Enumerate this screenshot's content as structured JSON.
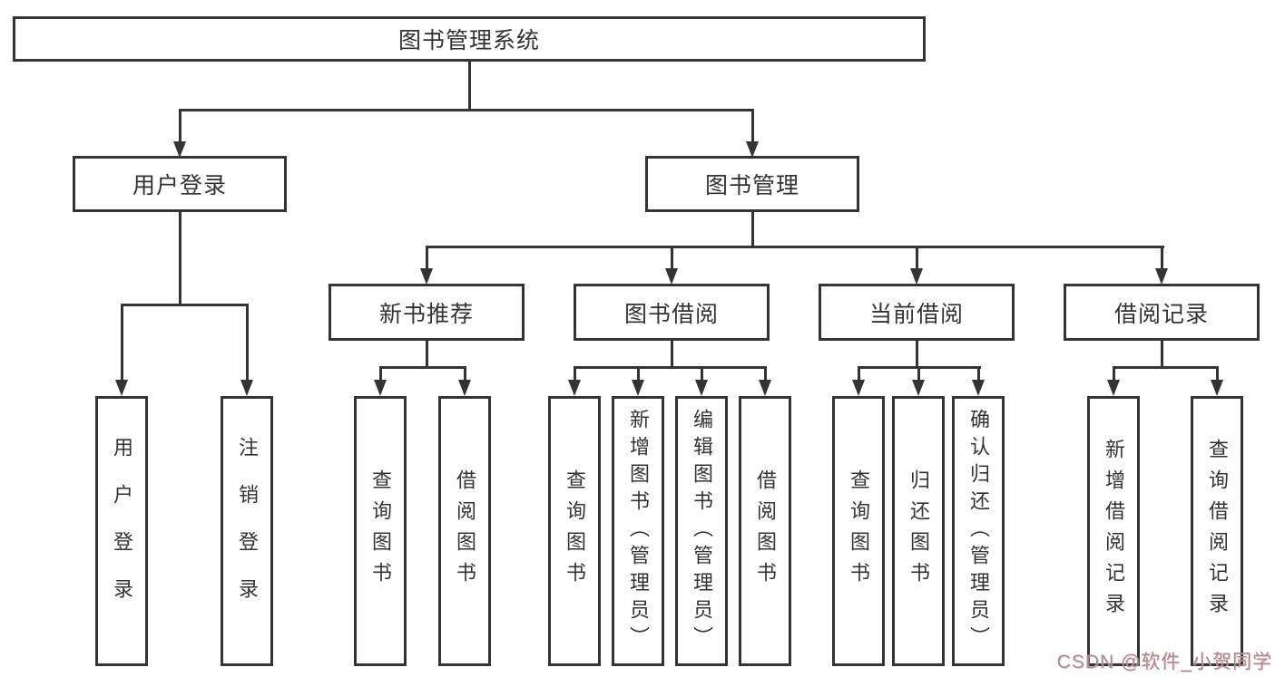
{
  "diagram": {
    "type": "hierarchy-tree",
    "tree": {
      "label": "图书管理系统",
      "children": [
        {
          "label": "用户登录",
          "children": [
            {
              "label": "用户登录"
            },
            {
              "label": "注销登录"
            }
          ]
        },
        {
          "label": "图书管理",
          "children": [
            {
              "label": "新书推荐",
              "children": [
                {
                  "label": "查询图书"
                },
                {
                  "label": "借阅图书"
                }
              ]
            },
            {
              "label": "图书借阅",
              "children": [
                {
                  "label": "查询图书"
                },
                {
                  "label": "新增图书（管理员）"
                },
                {
                  "label": "编辑图书（管理员）"
                },
                {
                  "label": "借阅图书"
                }
              ]
            },
            {
              "label": "当前借阅",
              "children": [
                {
                  "label": "查询图书"
                },
                {
                  "label": "归还图书"
                },
                {
                  "label": "确认归还（管理员）"
                }
              ]
            },
            {
              "label": "借阅记录",
              "children": [
                {
                  "label": "新增借阅记录"
                },
                {
                  "label": "查询借阅记录"
                }
              ]
            }
          ]
        }
      ]
    },
    "colors": {
      "line": "#343434",
      "box_border": "#343434",
      "box_fill": "#ffffff",
      "text": "#333333",
      "background": "#ffffff",
      "watermark": "#a38d91"
    }
  },
  "watermark": {
    "text": "CSDN @软件_小贺同学"
  }
}
